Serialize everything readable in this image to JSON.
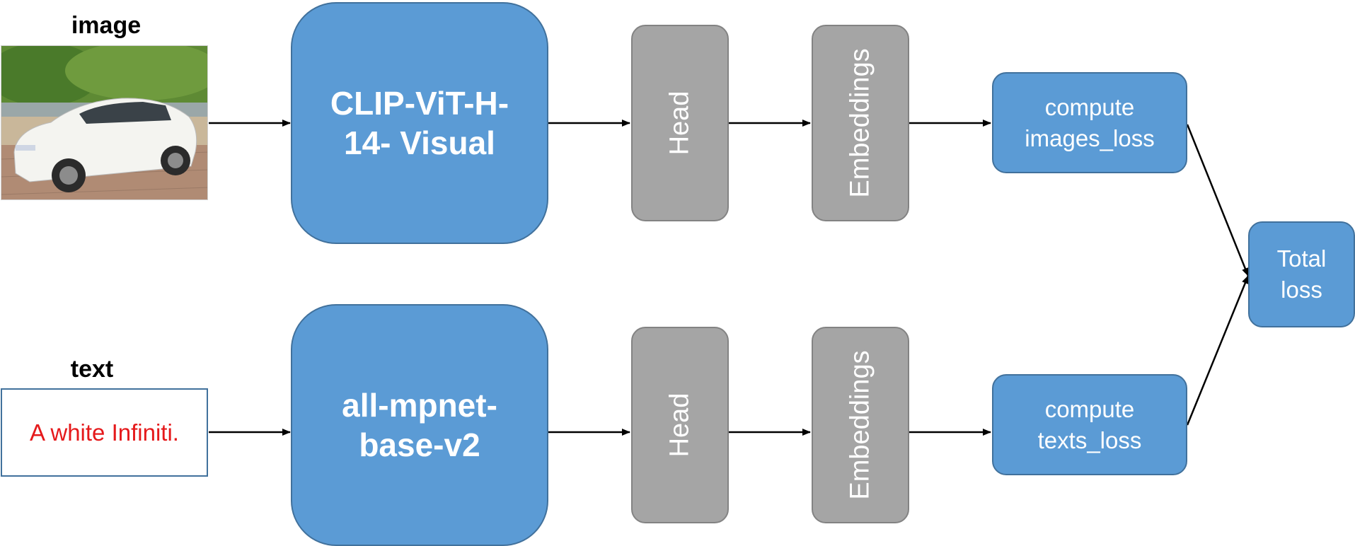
{
  "inputs": {
    "image_label": "image",
    "text_label": "text",
    "text_content": "A white Infiniti."
  },
  "encoders": {
    "visual": "CLIP-ViT-H-14- Visual",
    "text": "all-mpnet-base-v2"
  },
  "heads": {
    "top": "Head",
    "bottom": "Head"
  },
  "embeddings": {
    "top": "Embeddings",
    "bottom": "Embeddings"
  },
  "losses": {
    "images": "compute images_loss",
    "texts": "compute texts_loss",
    "total": "Total loss"
  },
  "colors": {
    "encoder_blue": "#5b9bd5",
    "border_blue": "#41719c",
    "block_gray": "#a5a5a5",
    "caption_red": "#e5191b"
  }
}
